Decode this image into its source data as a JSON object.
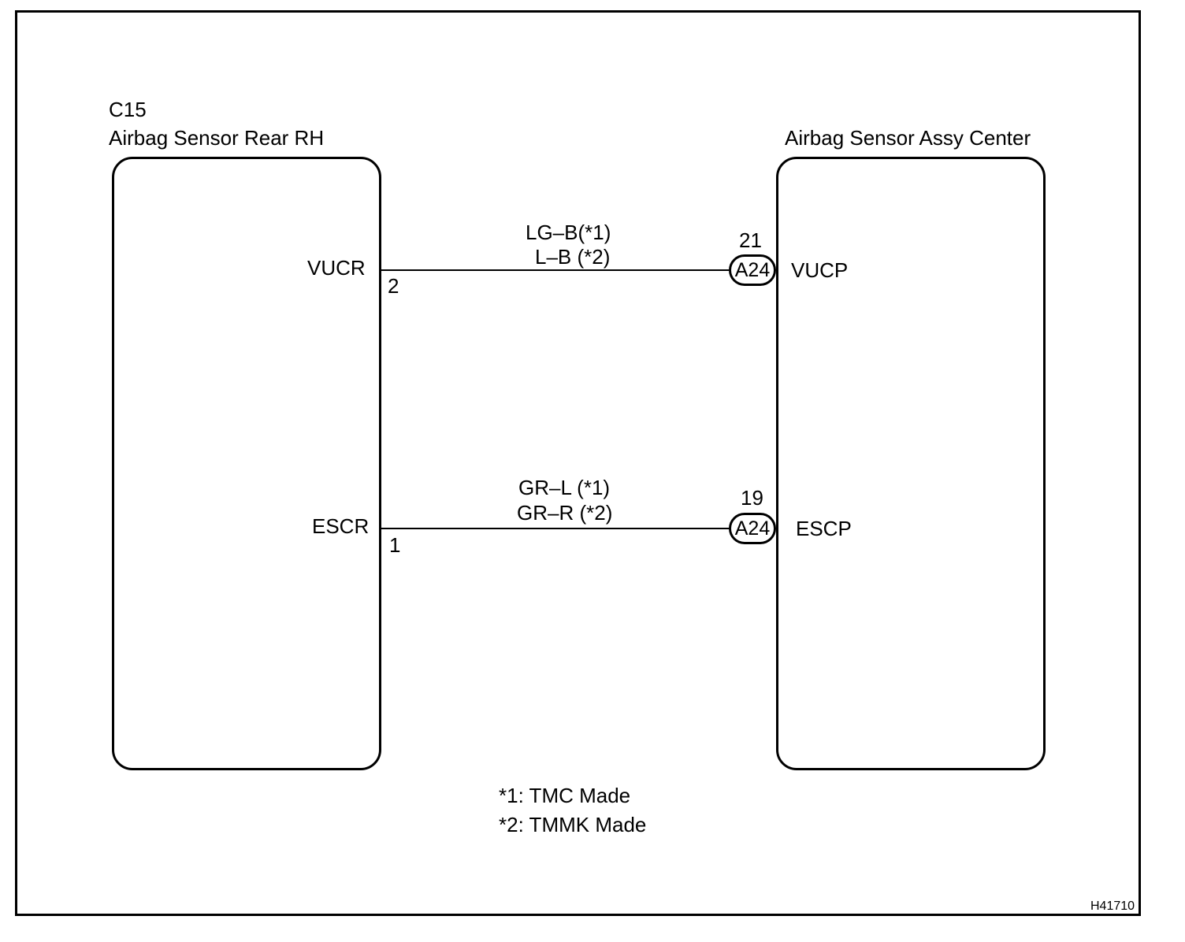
{
  "left_component": {
    "code": "C15",
    "name": "Airbag Sensor Rear RH"
  },
  "right_component": {
    "name": "Airbag Sensor Assy Center"
  },
  "circuits": [
    {
      "left_terminal_name": "VUCR",
      "left_pin": "2",
      "wire_color_1": "LG–B(*1)",
      "wire_color_2": "L–B (*2)",
      "right_pin": "21",
      "connector": "A24",
      "right_terminal_name": "VUCP"
    },
    {
      "left_terminal_name": "ESCR",
      "left_pin": "1",
      "wire_color_1": "GR–L (*1)",
      "wire_color_2": "GR–R (*2)",
      "right_pin": "19",
      "connector": "A24",
      "right_terminal_name": "ESCP"
    }
  ],
  "notes": [
    "*1: TMC Made",
    "*2: TMMK Made"
  ],
  "figure_id": "H41710"
}
